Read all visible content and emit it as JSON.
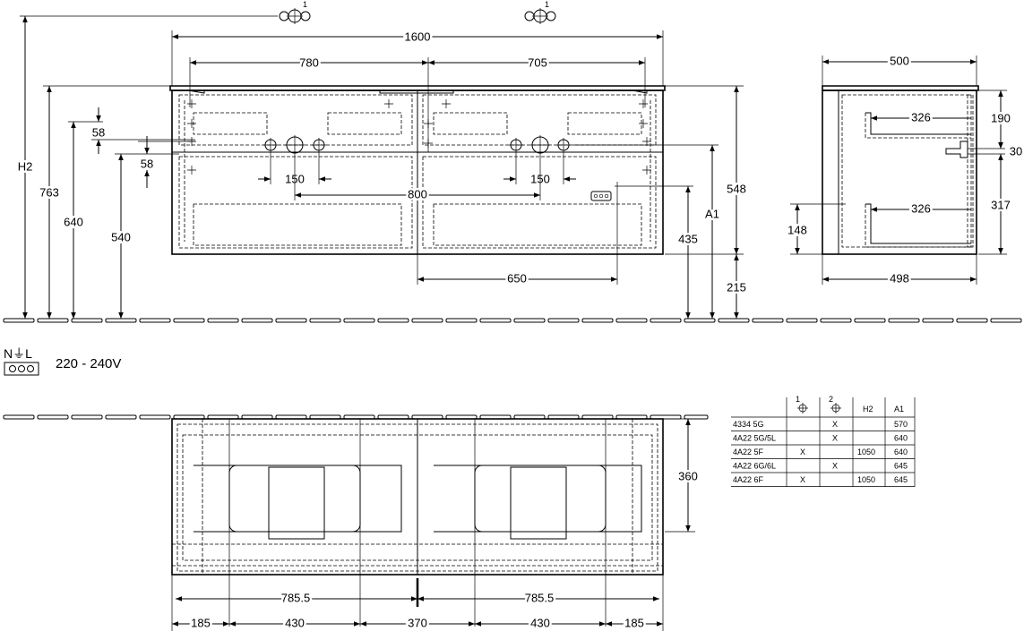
{
  "front_view": {
    "overall_width": "1600",
    "left_sink_offset": "780",
    "right_sink_offset": "705",
    "tap_spacing_left": "150",
    "tap_spacing_right": "150",
    "basin_spacing": "800",
    "socket_offset": "650",
    "height_h2": "H2",
    "height_763": "763",
    "height_640": "640",
    "height_540": "540",
    "drain_58_top": "58",
    "drain_58_bottom": "58",
    "cabinet_height": "548",
    "height_a1": "A1",
    "socket_height": "435",
    "floor_gap": "215",
    "tap_symbol_number_1": "1",
    "tap_symbol_number_2": "1"
  },
  "side_view": {
    "depth_top": "500",
    "inner_depth_top": "326",
    "inner_depth_bottom": "326",
    "depth_bottom": "498",
    "height_190": "190",
    "height_30": "30",
    "height_317": "317",
    "height_148": "148"
  },
  "electrical": {
    "symbol_label": "N⏚L",
    "voltage": "220 - 240V"
  },
  "plan_view": {
    "depth": "360",
    "half_left": "785.5",
    "half_right": "785.5",
    "seg_1": "185",
    "seg_2": "430",
    "seg_3": "370",
    "seg_4": "430",
    "seg_5": "185"
  },
  "variant_table": {
    "headers": [
      "1",
      "2",
      "H2",
      "A1"
    ],
    "rows": [
      {
        "model": "4334 5G",
        "c1": "",
        "c2": "X",
        "h2": "",
        "a1": "570"
      },
      {
        "model": "4A22 5G/5L",
        "c1": "",
        "c2": "X",
        "h2": "",
        "a1": "640"
      },
      {
        "model": "4A22 5F",
        "c1": "X",
        "c2": "",
        "h2": "1050",
        "a1": "640"
      },
      {
        "model": "4A22 6G/6L",
        "c1": "",
        "c2": "X",
        "h2": "",
        "a1": "645"
      },
      {
        "model": "4A22 6F",
        "c1": "X",
        "c2": "",
        "h2": "1050",
        "a1": "645"
      }
    ]
  }
}
